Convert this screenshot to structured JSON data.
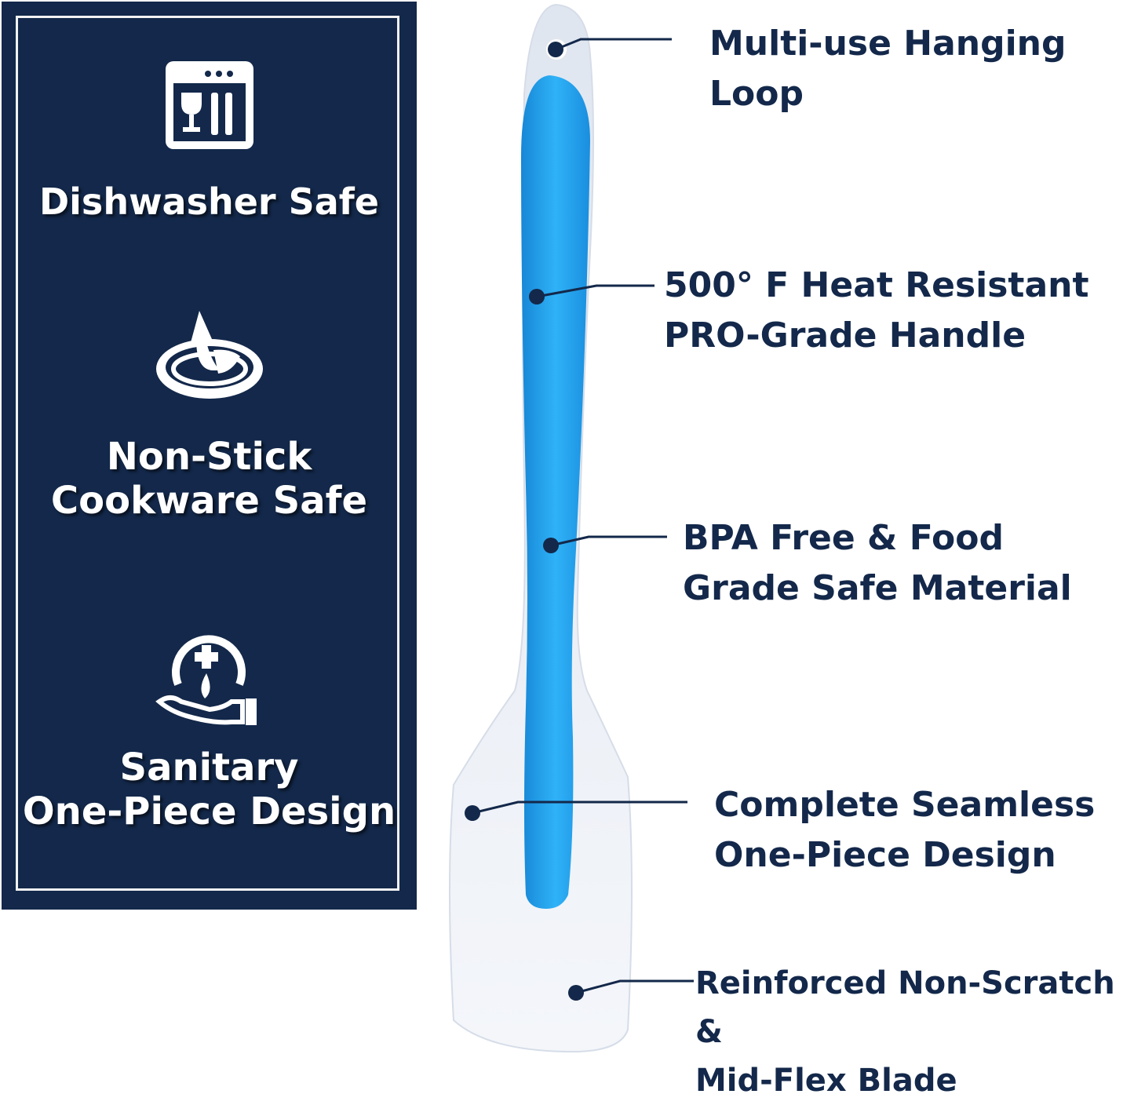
{
  "colors": {
    "panel_background": "#13284a",
    "panel_text": "#ffffff",
    "callout_text": "#13284a",
    "handle_blue": "#1e9ff0",
    "blade_white": "#eef1f6"
  },
  "features": [
    {
      "icon": "dishwasher-icon",
      "label": "Dishwasher Safe"
    },
    {
      "icon": "non-stick-pan-icon",
      "label": "Non-Stick\nCookware Safe"
    },
    {
      "icon": "sanitary-hand-icon",
      "label": "Sanitary\nOne-Piece Design"
    }
  ],
  "callouts": [
    {
      "text": "Multi-use Hanging\nLoop"
    },
    {
      "text": "500° F Heat Resistant\nPRO-Grade Handle"
    },
    {
      "text": "BPA Free & Food\nGrade Safe Material"
    },
    {
      "text": "Complete Seamless\nOne-Piece Design"
    },
    {
      "text": "Reinforced Non-Scratch &\nMid-Flex Blade"
    }
  ]
}
